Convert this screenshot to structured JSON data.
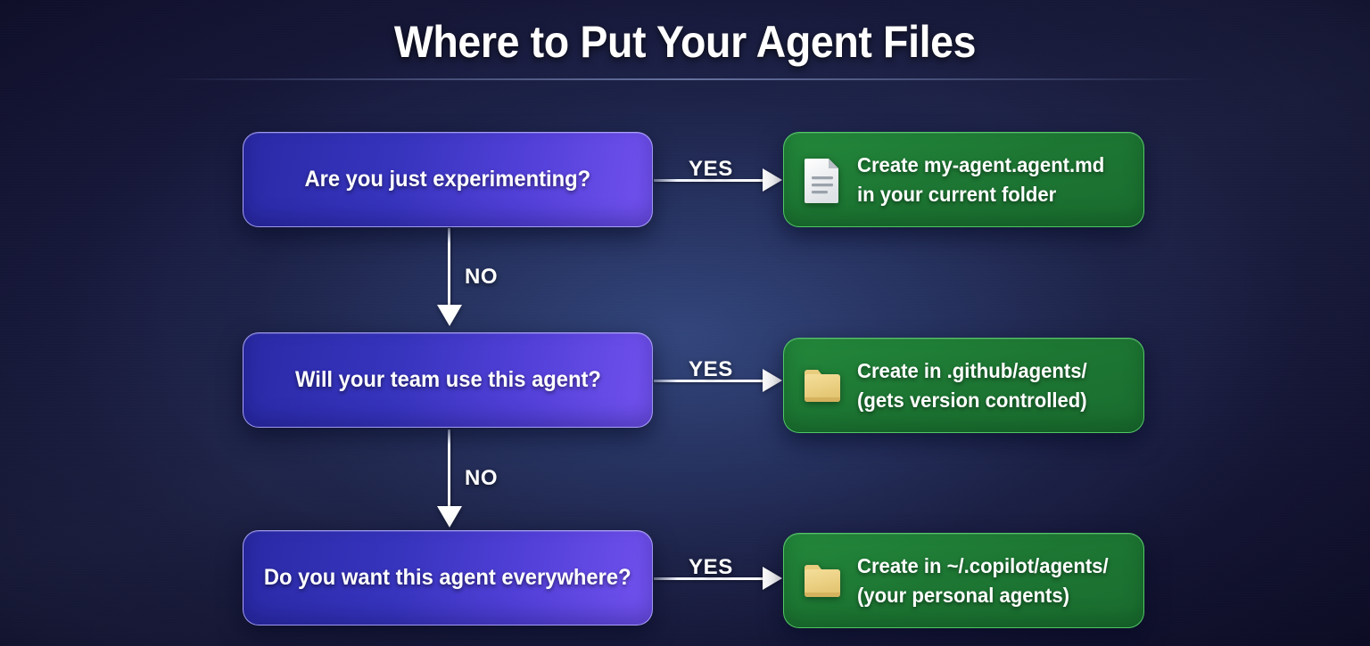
{
  "slide": {
    "title": "Where to Put Your Agent Files",
    "background_color": "#1a1c40",
    "accent_colors": {
      "decision_from": "#2a2aa6",
      "decision_to": "#7352ef",
      "action_green": "#1d7733",
      "action_border": "#56cd68",
      "arrow": "#ffffff",
      "title_text": "#ffffff"
    }
  },
  "flow": {
    "rows": [
      {
        "decision": {
          "label": "Are you just experimenting?"
        },
        "yes_arrow": {
          "label": "YES"
        },
        "action": {
          "icon": "document-icon",
          "line1": "Create my-agent.agent.md",
          "line2": "in your current folder"
        },
        "no_arrow": {
          "label": "NO"
        }
      },
      {
        "decision": {
          "label": "Will your team use this agent?"
        },
        "yes_arrow": {
          "label": "YES"
        },
        "action": {
          "icon": "folder-icon",
          "line1": "Create in .github/agents/",
          "line2": "(gets version controlled)"
        },
        "no_arrow": {
          "label": "NO"
        }
      },
      {
        "decision": {
          "label": "Do you want this agent everywhere?"
        },
        "yes_arrow": {
          "label": "YES"
        },
        "action": {
          "icon": "folder-icon",
          "line1": "Create in ~/.copilot/agents/",
          "line2": "(your personal agents)"
        },
        "no_arrow": null
      }
    ]
  }
}
